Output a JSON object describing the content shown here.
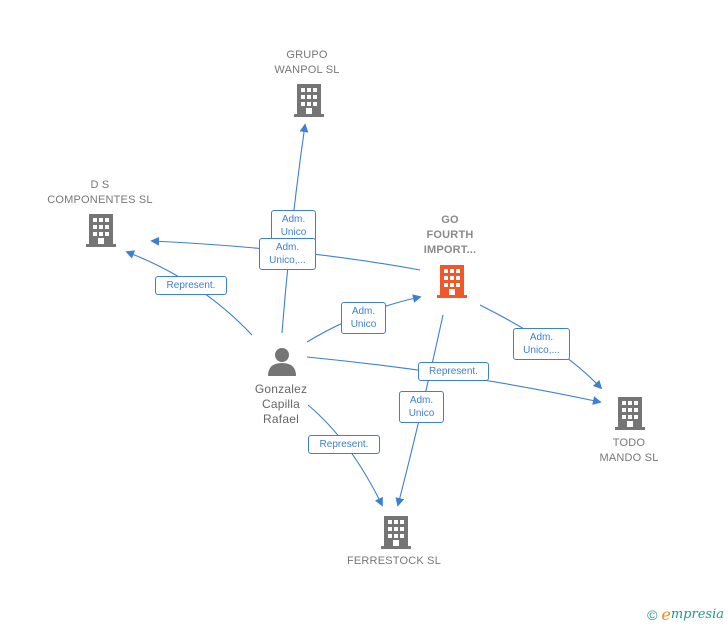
{
  "nodes": {
    "grupo_wanpol": {
      "line1": "GRUPO",
      "line2": "WANPOL SL"
    },
    "ds_componentes": {
      "line1": "D S",
      "line2": "COMPONENTES SL"
    },
    "go_fourth": {
      "line1": "GO",
      "line2": "FOURTH",
      "line3": "IMPORT..."
    },
    "person": {
      "line1": "Gonzalez",
      "line2": "Capilla",
      "line3": "Rafael"
    },
    "todo_mando": {
      "line1": "TODO",
      "line2": "MANDO SL"
    },
    "ferrestock": {
      "line1": "FERRESTOCK SL"
    }
  },
  "edges": {
    "person_wanpol": {
      "line1": "Adm.",
      "line2": "Unico"
    },
    "go_ds": {
      "line1": "Adm.",
      "line2": "Unico,..."
    },
    "person_ds": {
      "line1": "Represent."
    },
    "person_go": {
      "line1": "Adm.",
      "line2": "Unico"
    },
    "go_todo": {
      "line1": "Adm.",
      "line2": "Unico,..."
    },
    "person_todo": {
      "line1": "Represent."
    },
    "go_ferrestock": {
      "line1": "Adm.",
      "line2": "Unico"
    },
    "person_ferrestock": {
      "line1": "Represent."
    }
  },
  "footer": {
    "copyright": "©",
    "brand_first": "e",
    "brand_rest": "mpresia"
  },
  "colors": {
    "edge": "#3d7fd3",
    "building": "#757575",
    "focus_building": "#f0582a",
    "person": "#757575"
  }
}
